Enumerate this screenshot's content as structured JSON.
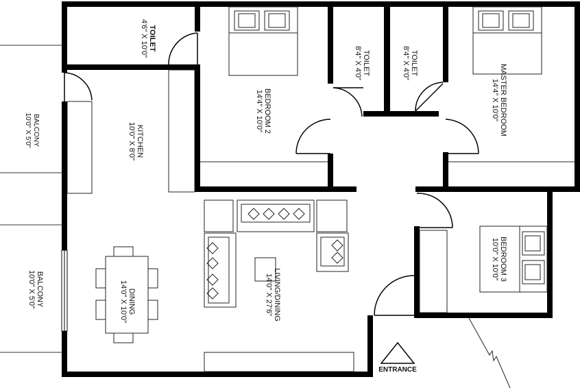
{
  "plan": {
    "rooms": {
      "toilet_1": {
        "name": "TOILET",
        "size": "4'6\" X 10'0\""
      },
      "bedroom_2": {
        "name": "BEDROOM 2",
        "size": "14'4\" X 10'0\""
      },
      "toilet_2": {
        "name": "TOILET",
        "size": "8'4\" X 4'0\""
      },
      "toilet_3": {
        "name": "TOILET",
        "size": "8'4\" X 4'0\""
      },
      "master_bedroom": {
        "name": "MASTER BEDROOM",
        "size": "14'4\" X 10'0\""
      },
      "kitchen": {
        "name": "KITCHEN",
        "size": "10'0\" X 8'0\""
      },
      "balcony_1": {
        "name": "BALCONY",
        "size": "10'0\" X 5'0\""
      },
      "balcony_2": {
        "name": "BALCONY",
        "size": "10'0\" X 5'0\""
      },
      "living_dining": {
        "name": "LIVING/DINING",
        "size": "14'0\" X 27'6\""
      },
      "dining": {
        "name": "DINING",
        "size": "14'0\" X 10'0\""
      },
      "bedroom_3": {
        "name": "BEDROOM 3",
        "size": "10'0\" X 10'0\""
      }
    },
    "entrance_label": "ENTRANCE",
    "colors": {
      "wall": "#000000",
      "line": "#111111",
      "background": "#ffffff"
    }
  }
}
